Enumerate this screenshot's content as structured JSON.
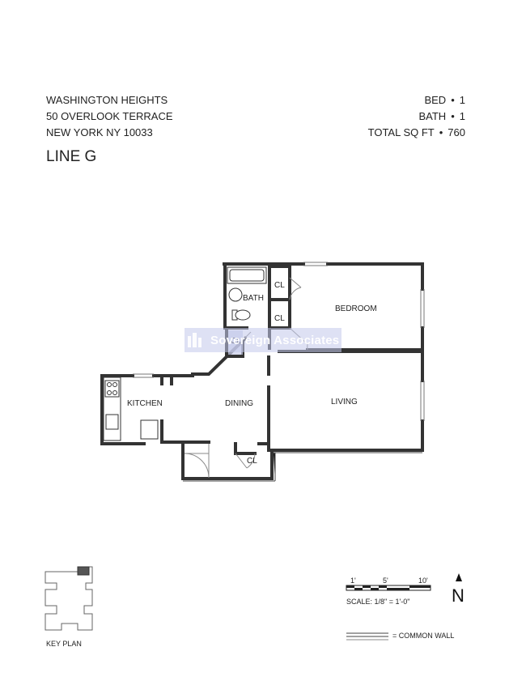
{
  "header": {
    "neighborhood": "WASHINGTON HEIGHTS",
    "street": "50 OVERLOOK TERRACE",
    "city": "NEW YORK NY 10033",
    "line": "LINE G",
    "bed_label": "BED",
    "bed_value": "1",
    "bath_label": "BATH",
    "bath_value": "1",
    "sqft_label": "TOTAL SQ FT",
    "sqft_value": "760",
    "separator": "•"
  },
  "rooms": {
    "bath": "BATH",
    "bedroom": "BEDROOM",
    "kitchen": "KITCHEN",
    "dining": "DINING",
    "living": "LIVING",
    "closet": "CL"
  },
  "watermark": {
    "text": "Sovereign Associates"
  },
  "legend": {
    "key_plan": "KEY PLAN",
    "scale_1": "1'",
    "scale_5": "5'",
    "scale_10": "10'",
    "scale_text": "SCALE: 1/8\" = 1'-0\"",
    "north": "N",
    "common_wall": "= COMMON WALL"
  },
  "colors": {
    "wall": "#333333",
    "door_swing": "#888888",
    "watermark_bg": "#c3c8eb",
    "key_plan_highlight": "#555555"
  }
}
